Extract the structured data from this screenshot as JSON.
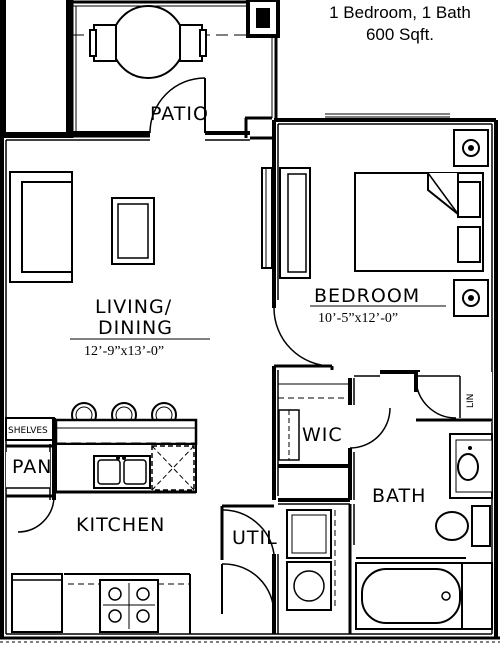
{
  "plan_info": {
    "unit_type": "1 Bedroom, 1 Bath",
    "area": "600 Sqft."
  },
  "rooms": {
    "patio": "PATIO",
    "living": {
      "name_line1": "LIVING/",
      "name_line2": "DINING",
      "dimensions": "12’-9”x13’-0”"
    },
    "bedroom": {
      "name": "BEDROOM",
      "dimensions": "10’-5”x12’-0”"
    },
    "wic": "WIC",
    "bath": "BATH",
    "kitchen": "KITCHEN",
    "util": "UTIL",
    "pantry": "PAN",
    "shelves": "SHELVES",
    "linen": "LIN"
  }
}
